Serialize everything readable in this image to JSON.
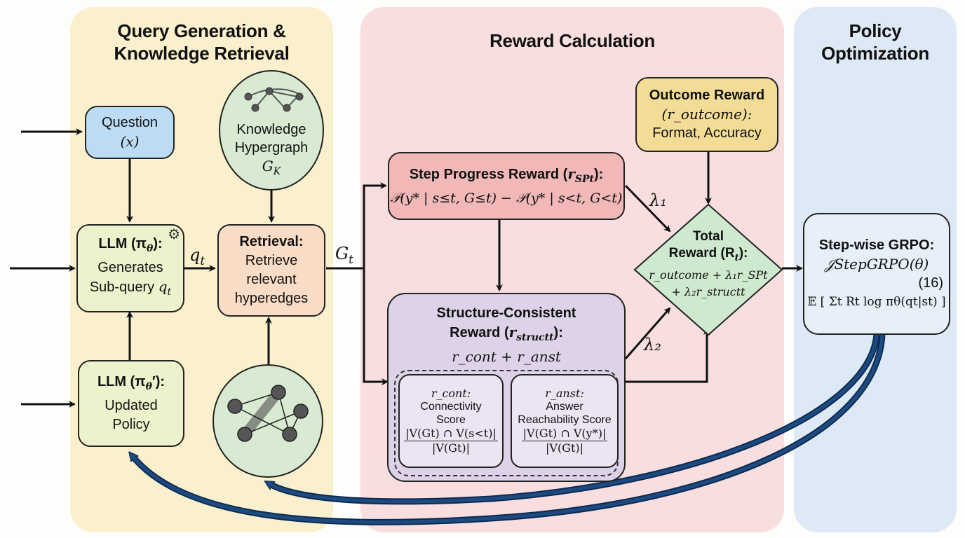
{
  "panels": {
    "query": {
      "title_line1": "Query Generation &",
      "title_line2": "Knowledge Retrieval",
      "color": "#fbf0cd"
    },
    "reward": {
      "title": "Reward Calculation",
      "color": "#f8dede"
    },
    "policy": {
      "title_line1": "Policy",
      "title_line2": "Optimization",
      "color": "#dde9f4"
    }
  },
  "nodes": {
    "question": {
      "label": "Question",
      "math": "(x)",
      "color": "#bcdcf5"
    },
    "knowledge": {
      "line1": "Knowledge",
      "line2": "Hypergraph",
      "math": "G",
      "sub": "K"
    },
    "llm": {
      "title": "LLM (π",
      "title_sub": "θ",
      "title_end": "):",
      "line1": "Generates",
      "line2": "Sub-query ",
      "math": "q",
      "sub": "t",
      "color": "#eef2cc"
    },
    "llm_updated": {
      "title": "LLM (π",
      "title_sub": "θ",
      "title_end": "′):",
      "line1": "Updated",
      "line2": "Policy",
      "color": "#eef2cc"
    },
    "retrieval": {
      "title": "Retrieval:",
      "line1": "Retrieve",
      "line2": "relevant",
      "line3": "hyperedges",
      "color": "#f9dcc6"
    },
    "step_progress": {
      "title": "Step Progress Reward (",
      "title_math": "r",
      "title_sub": "SPt",
      "title_end": "):",
      "formula": "𝒫(y* | s≤t, G≤t) − 𝒫(y* | s<t, G<t)",
      "color": "#f2b8b8"
    },
    "structure": {
      "title1": "Structure-Consistent",
      "title2": "Reward (",
      "title_math": "r",
      "title_sub": "structt",
      "title_end": "):",
      "formula": "r_cont + r_anst",
      "color": "#ddd2e8"
    },
    "connectivity": {
      "label": "r_cont:",
      "line1": "Connectivity",
      "line2": "Score",
      "num": "|V(Gt) ∩ V(s<t)|",
      "den": "|V(Gt)|"
    },
    "reachability": {
      "label": "r_anst:",
      "line1": "Answer",
      "line2": "Reachability Score",
      "num": "|V(Gt) ∩ V(y*)|",
      "den": "|V(Gt)|"
    },
    "outcome": {
      "title": "Outcome Reward",
      "math": "(r_outcome):",
      "line": "Format, Accuracy",
      "color": "#f3dd96"
    },
    "total": {
      "title1": "Total",
      "title2": "Reward (R",
      "title_sub": "t",
      "title_end": "):",
      "line1": "r_outcome + λ₁r_SPt",
      "line2": "+ λ₂r_structt",
      "color": "#cfe9cf"
    },
    "grpo": {
      "title": "Step-wise GRPO:",
      "objective": "𝒥StepGRPO(θ)",
      "eq_num": "(16)",
      "expectation": "𝔼 [ Σt Rt log πθ(qt|st) ]",
      "color": "#e7f0f8"
    }
  },
  "edge_labels": {
    "qt": "q",
    "qt_sub": "t",
    "gt": "G",
    "gt_sub": "t",
    "lambda1": "λ₁",
    "lambda2": "λ₂"
  },
  "colors": {
    "feedback_arrow": "#1d4a80",
    "stroke": "#111111"
  }
}
